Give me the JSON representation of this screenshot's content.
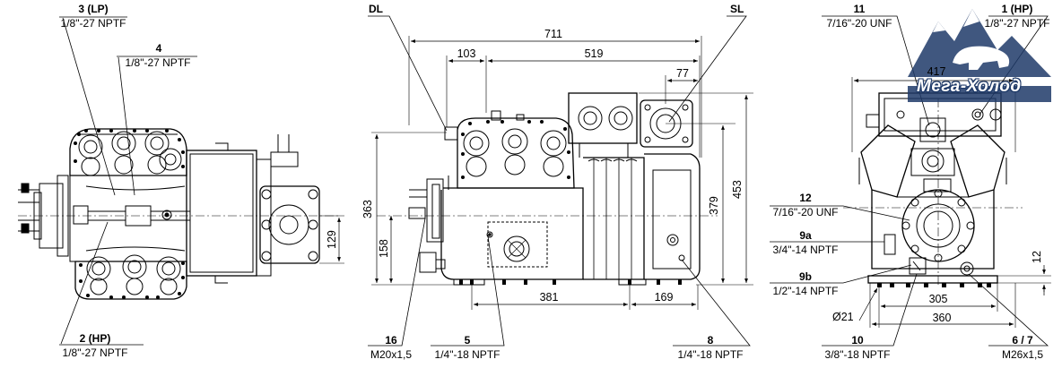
{
  "left_view": {
    "callout_3": {
      "num": "3 (LP)",
      "spec": "1/8\"-27 NPTF"
    },
    "callout_4": {
      "num": "4",
      "spec": "1/8\"-27 NPTF"
    },
    "callout_2": {
      "num": "2 (HP)",
      "spec": "1/8\"-27 NPTF"
    },
    "dim_129": "129"
  },
  "middle_view": {
    "label_dl": "DL",
    "label_sl": "SL",
    "dim_711": "711",
    "dim_103": "103",
    "dim_519": "519",
    "dim_77": "77",
    "dim_363": "363",
    "dim_158": "158",
    "dim_379": "379",
    "dim_453": "453",
    "dim_381": "381",
    "dim_169": "169",
    "callout_16": {
      "num": "16",
      "spec": "M20x1,5"
    },
    "callout_5": {
      "num": "5",
      "spec": "1/4\"-18 NPTF"
    },
    "callout_8": {
      "num": "8",
      "spec": "1/4\"-18 NPTF"
    }
  },
  "right_view": {
    "callout_11": {
      "num": "11",
      "spec": "7/16\"-20 UNF"
    },
    "callout_1": {
      "num": "1 (HP)",
      "spec": "1/8\"-27 NPTF"
    },
    "callout_12": {
      "num": "12",
      "spec": "7/16\"-20 UNF"
    },
    "callout_9a": {
      "num": "9a",
      "spec": "3/4\"-14 NPTF"
    },
    "callout_9b": {
      "num": "9b",
      "spec": "1/2\"-14 NPTF"
    },
    "callout_10": {
      "num": "10",
      "spec": "3/8\"-18 NPTF"
    },
    "callout_67": {
      "num": "6 / 7",
      "spec": "M26x1,5"
    },
    "dim_417": "417",
    "dim_12": "12",
    "dim_305": "305",
    "dim_360": "360",
    "dim_d21": "Ø21"
  },
  "watermark": {
    "text": "Мега-Холод",
    "icon": "bear-mountain-icon"
  },
  "colors": {
    "line": "#000000",
    "watermark": "#1f3a68"
  }
}
